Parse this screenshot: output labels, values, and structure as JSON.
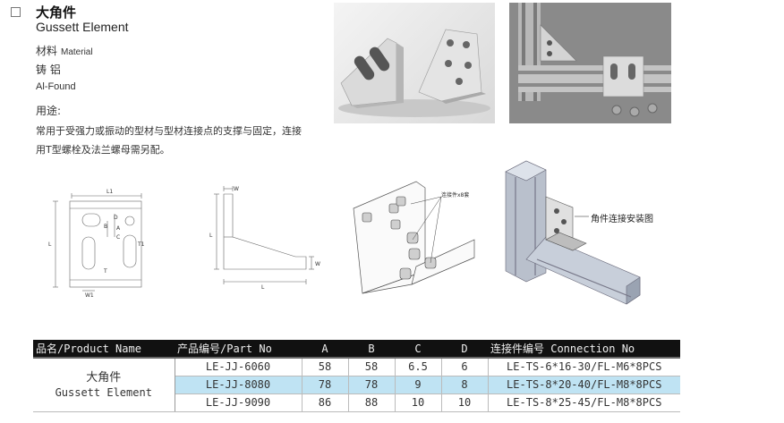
{
  "header": {
    "title_cn": "大角件",
    "title_en": "Gussett Element"
  },
  "material": {
    "label_cn": "材料",
    "label_en": "Material",
    "value": "铸 铝",
    "brand": "Al-Found"
  },
  "usage": {
    "label": "用途:",
    "text": "常用于受强力或振动的型材与型材连接点的支撑与固定，连接用T型螺栓及法兰螺母需另配。"
  },
  "drawings": {
    "front": {
      "l1": "L1",
      "d": "D",
      "b": "B",
      "a": "A",
      "c": "C",
      "t1": "T1",
      "l": "L",
      "t": "T",
      "w1": "W1"
    },
    "side": {
      "w": "W",
      "l_vertical": "L",
      "l_horizontal": "L",
      "w_small": "W"
    },
    "iso": {
      "callout": "连接件x8套"
    },
    "assembly": {
      "callout": "角件连接安装图"
    }
  },
  "table": {
    "headers": [
      "品名/Product Name",
      "产品编号/Part No",
      "A",
      "B",
      "C",
      "D",
      "连接件编号 Connection No"
    ],
    "product_name_cn": "大角件",
    "product_name_en": "Gussett Element",
    "rows": [
      {
        "part": "LE-JJ-6060",
        "a": "58",
        "b": "58",
        "c": "6.5",
        "d": "6",
        "conn": "LE-TS-6*16-30/FL-M6*8PCS"
      },
      {
        "part": "LE-JJ-8080",
        "a": "78",
        "b": "78",
        "c": "9",
        "d": "8",
        "conn": "LE-TS-8*20-40/FL-M8*8PCS"
      },
      {
        "part": "LE-JJ-9090",
        "a": "86",
        "b": "88",
        "c": "10",
        "d": "10",
        "conn": "LE-TS-8*25-45/FL-M8*8PCS"
      }
    ],
    "highlight_color": "#bfe3f3"
  }
}
